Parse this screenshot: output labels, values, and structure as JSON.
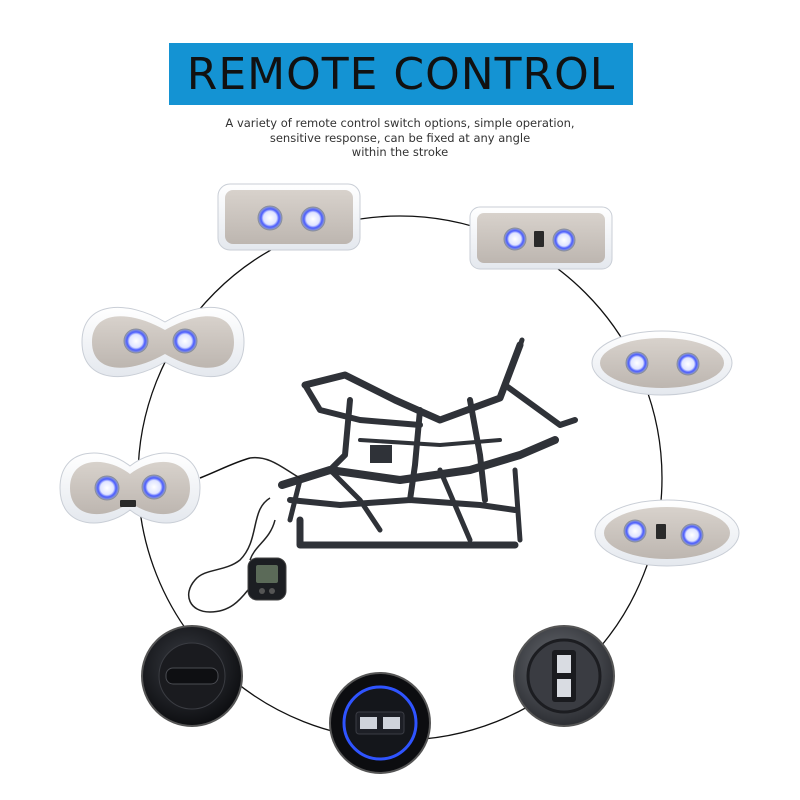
{
  "header": {
    "title": "REMOTE CONTROL",
    "description_lines": [
      "A variety of remote control switch options, simple operation,",
      "sensitive response, can be fixed at any angle",
      "within the stroke"
    ]
  },
  "colors": {
    "title_background": "#1493d3",
    "panel_plate": "#cfc8c2",
    "button_glow": "#4a5cff",
    "circle_line": "#111111"
  },
  "items": [
    {
      "name": "two-button-rectangular-panel"
    },
    {
      "name": "two-button-usb-rectangular-panel"
    },
    {
      "name": "two-button-oval-panel-left"
    },
    {
      "name": "two-button-oval-panel-right"
    },
    {
      "name": "two-button-usb-oval-panel-left"
    },
    {
      "name": "two-button-usb-oval-panel-right"
    },
    {
      "name": "recliner-mechanism-frame"
    },
    {
      "name": "handheld-lcd-remote"
    },
    {
      "name": "round-rotary-switch"
    },
    {
      "name": "round-dual-usb-blue-ring"
    },
    {
      "name": "round-dual-usb-dark"
    }
  ]
}
